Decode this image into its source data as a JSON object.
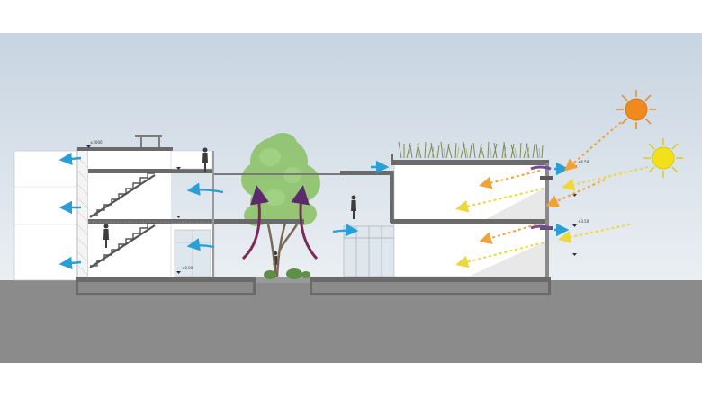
{
  "diagram": {
    "colors": {
      "sky_top": "#c9d6e2",
      "sky_bottom": "#e9eef2",
      "ground": "#8c8c8c",
      "wall": "#ffffff",
      "slab": "#6a6a6a",
      "wind_arrow": "#2a9fd6",
      "hot_air_arrow": "#7a2a5a",
      "sun_orange": "#f08a1e",
      "sun_yellow": "#f2e11a",
      "ray_orange": "#f0a23a",
      "ray_yellow": "#ecd83a",
      "tree_foliage": "#8ec36a",
      "roof_grass": "#7a8a55"
    },
    "elements": {
      "left_building": "left-building",
      "right_building": "right-building",
      "courtyard_tree": "courtyard-tree",
      "sun_1": "sun-icon",
      "sun_2": "sun-icon"
    },
    "level_markers": [
      "±2000",
      "±0.00",
      "+3.50",
      "+6.50"
    ]
  }
}
